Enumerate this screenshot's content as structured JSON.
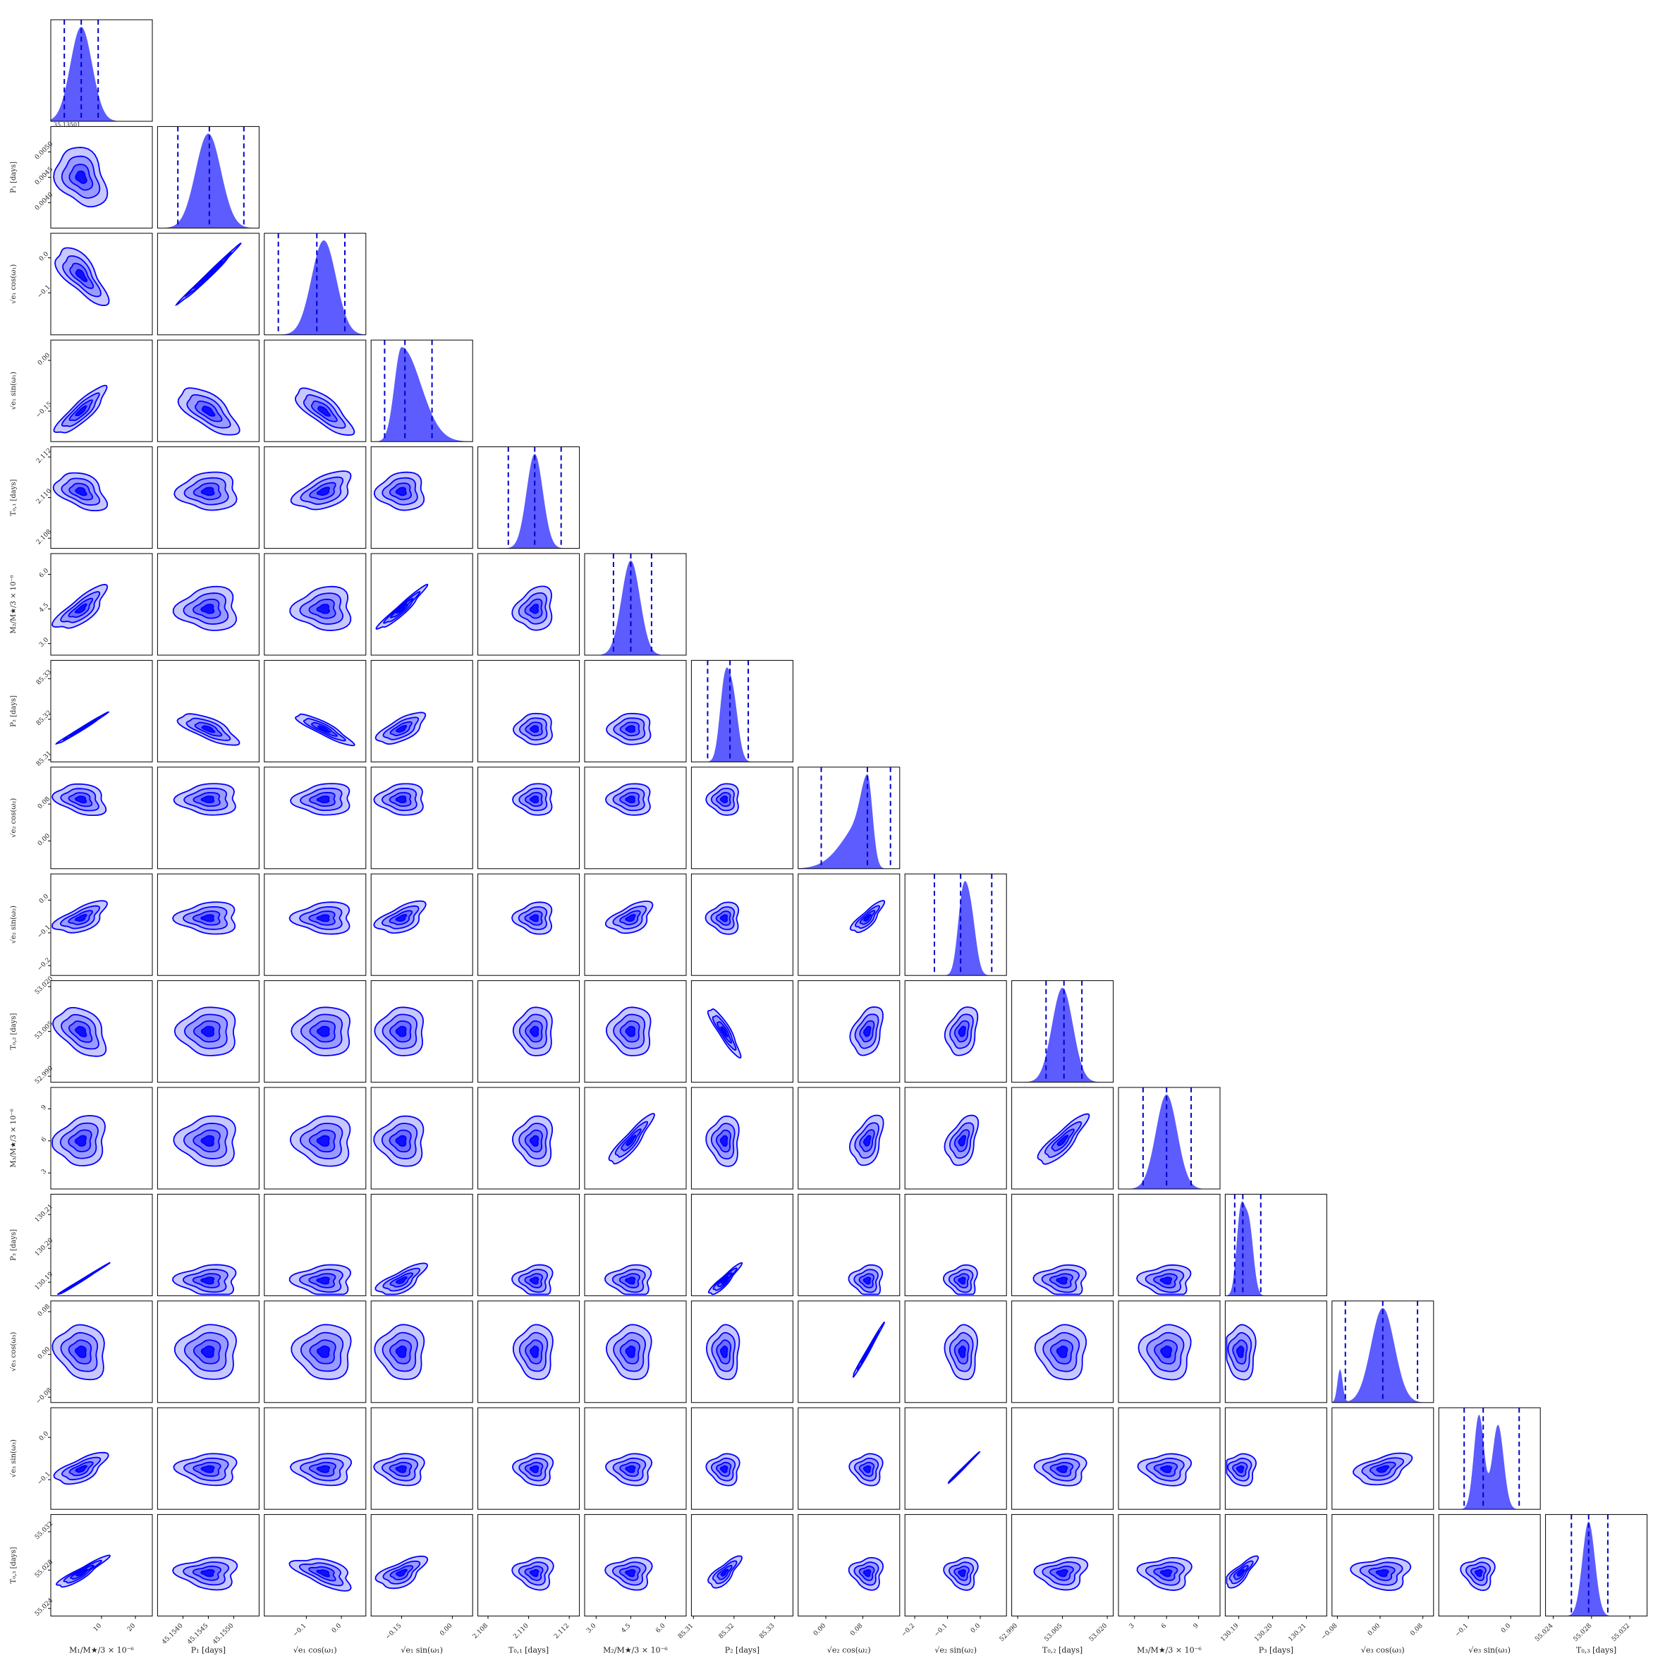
{
  "chart_data": {
    "type": "corner",
    "colors": {
      "fill": "#3f3fff",
      "fill_light": "#c8c8ff",
      "line": "#0000ff",
      "quantile": "#0000cc",
      "frame": "#000000"
    },
    "quantile_style": "dashed",
    "parameters": [
      {
        "key": "m1",
        "label": "M₁/M★/3 × 10⁻⁶",
        "range": [
          -5,
          25
        ],
        "ticks": [
          10,
          20
        ],
        "tick_labels": [
          "10",
          "20"
        ],
        "y_ticks": [],
        "y_tick_labels": [],
        "diag_label": "35.13501",
        "mode": "uni",
        "peak": 4,
        "width": 3.2,
        "quantiles": [
          -1,
          4,
          9
        ]
      },
      {
        "key": "p1",
        "label": "P₁ [days]",
        "range": [
          45.1535,
          45.1555
        ],
        "ticks": [
          45.154,
          45.1545,
          45.155
        ],
        "tick_labels": [
          "45.1540",
          "45.1545",
          "45.1550"
        ],
        "y_ticks": [
          45.154,
          45.1545,
          45.155
        ],
        "y_tick_labels": [
          "0.0040",
          "0.0045",
          "0.0050"
        ],
        "mode": "uni",
        "peak": 45.1545,
        "width": 0.00025,
        "quantiles": [
          45.1539,
          45.15452,
          45.1552
        ]
      },
      {
        "key": "ec1",
        "label": "√e₁ cos(ω₁)",
        "range": [
          -0.22,
          0.07
        ],
        "ticks": [
          -0.1,
          0.0
        ],
        "tick_labels": [
          "−0.1",
          "0.0"
        ],
        "y_ticks": [
          -0.1,
          0.0
        ],
        "y_tick_labels": [
          "−0.1",
          "0.0"
        ],
        "mode": "uni",
        "peak": -0.05,
        "width": 0.035,
        "quantiles": [
          -0.18,
          -0.07,
          0.01
        ]
      },
      {
        "key": "es1",
        "label": "√e₁ sin(ω₁)",
        "range": [
          -0.24,
          0.06
        ],
        "ticks": [
          -0.15,
          0.0
        ],
        "tick_labels": [
          "−0.15",
          "0.00"
        ],
        "y_ticks": [
          -0.15,
          0.0
        ],
        "y_tick_labels": [
          "−0.15",
          "0.00"
        ],
        "mode": "skew",
        "peak": -0.15,
        "width": 0.03,
        "quantiles": [
          -0.2,
          -0.14,
          -0.06
        ]
      },
      {
        "key": "t01",
        "label": "T₀,₁ [days]",
        "range": [
          2.1075,
          2.1125
        ],
        "ticks": [
          2.108,
          2.11,
          2.112
        ],
        "tick_labels": [
          "2.108",
          "2.110",
          "2.112"
        ],
        "y_ticks": [
          2.108,
          2.11,
          2.112
        ],
        "y_tick_labels": [
          "2.108",
          "2.110",
          "2.112"
        ],
        "mode": "uni",
        "peak": 2.1103,
        "width": 0.0004,
        "quantiles": [
          2.109,
          2.1103,
          2.1116
        ]
      },
      {
        "key": "m2",
        "label": "M₂/M★/3 × 10⁻⁶",
        "range": [
          2.5,
          6.9
        ],
        "ticks": [
          3.0,
          4.5,
          6.0
        ],
        "tick_labels": [
          "3.0",
          "4.5",
          "6.0"
        ],
        "y_ticks": [
          3.0,
          4.5,
          6.0
        ],
        "y_tick_labels": [
          "3.0",
          "4.5",
          "6.0"
        ],
        "mode": "uni",
        "peak": 4.5,
        "width": 0.4,
        "quantiles": [
          3.75,
          4.5,
          5.4
        ]
      },
      {
        "key": "p2",
        "label": "P₂ [days]",
        "range": [
          85.3095,
          85.3345
        ],
        "ticks": [
          85.31,
          85.32,
          85.33
        ],
        "tick_labels": [
          "85.31",
          "85.32",
          "85.33"
        ],
        "y_ticks": [
          85.31,
          85.32,
          85.33
        ],
        "y_tick_labels": [
          "85.31",
          "85.32",
          "85.33"
        ],
        "mode": "bi",
        "peak": 85.3176,
        "peak2": 85.3197,
        "width": 0.0012,
        "quantiles": [
          85.3135,
          85.319,
          85.3235
        ]
      },
      {
        "key": "ec2",
        "label": "√e₂ cos(ω₂)",
        "range": [
          -0.06,
          0.16
        ],
        "ticks": [
          0.0,
          0.08
        ],
        "tick_labels": [
          "0.00",
          "0.08"
        ],
        "y_ticks": [
          0.0,
          0.08
        ],
        "y_tick_labels": [
          "0.00",
          "0.08"
        ],
        "mode": "leftskew",
        "peak": 0.09,
        "width": 0.012,
        "quantiles": [
          -0.01,
          0.09,
          0.14
        ]
      },
      {
        "key": "es2",
        "label": "√e₂ sin(ω₂)",
        "range": [
          -0.23,
          0.08
        ],
        "ticks": [
          -0.2,
          -0.1,
          0.0
        ],
        "tick_labels": [
          "−0.2",
          "−0.1",
          "0.0"
        ],
        "y_ticks": [
          -0.2,
          -0.1,
          0.0
        ],
        "y_tick_labels": [
          "−0.2",
          "−0.1",
          "0.0"
        ],
        "mode": "bi",
        "peak": -0.055,
        "peak2": -0.03,
        "width": 0.015,
        "quantiles": [
          -0.14,
          -0.06,
          0.035
        ]
      },
      {
        "key": "t02",
        "label": "T₀,₂ [days]",
        "range": [
          52.988,
          53.022
        ],
        "ticks": [
          52.99,
          53.005,
          53.02
        ],
        "tick_labels": [
          "52.990",
          "53.005",
          "53.020"
        ],
        "y_ticks": [
          52.99,
          53.005,
          53.02
        ],
        "y_tick_labels": [
          "52.990",
          "53.005",
          "53.020"
        ],
        "mode": "uni",
        "peak": 53.005,
        "width": 0.0035,
        "quantiles": [
          52.9995,
          53.0055,
          53.0115
        ]
      },
      {
        "key": "m3",
        "label": "M₃/M★/3 × 10⁻⁶",
        "range": [
          1.5,
          11.0
        ],
        "ticks": [
          3,
          6,
          9
        ],
        "tick_labels": [
          "3",
          "6",
          "9"
        ],
        "y_ticks": [
          3,
          6,
          9
        ],
        "y_tick_labels": [
          "3",
          "6",
          "9"
        ],
        "mode": "uni",
        "peak": 6,
        "width": 1.0,
        "quantiles": [
          3.8,
          6.0,
          8.3
        ]
      },
      {
        "key": "p3",
        "label": "P₃ [days]",
        "range": [
          130.186,
          130.216
        ],
        "ticks": [
          130.19,
          130.2,
          130.21
        ],
        "tick_labels": [
          "130.19",
          "130.20",
          "130.21"
        ],
        "y_ticks": [
          130.19,
          130.2,
          130.21
        ],
        "y_tick_labels": [
          "130.19",
          "130.20",
          "130.21"
        ],
        "mode": "bi",
        "peak": 130.1905,
        "peak2": 130.193,
        "width": 0.0012,
        "quantiles": [
          130.1888,
          130.1912,
          130.1965
        ]
      },
      {
        "key": "ec3",
        "label": "√e₃ cos(ω₃)",
        "range": [
          -0.09,
          0.1
        ],
        "ticks": [
          -0.08,
          0.0,
          0.08
        ],
        "tick_labels": [
          "−0.08",
          "0.00",
          "0.08"
        ],
        "y_ticks": [
          -0.08,
          0.0,
          0.08
        ],
        "y_tick_labels": [
          "−0.08",
          "0.00",
          "0.08"
        ],
        "mode": "tri",
        "peak": 0.005,
        "width": 0.022,
        "quantiles": [
          -0.065,
          0.005,
          0.07
        ]
      },
      {
        "key": "es3",
        "label": "√e₃ sin(ω₃)",
        "range": [
          -0.17,
          0.07
        ],
        "ticks": [
          -0.1,
          0.0
        ],
        "tick_labels": [
          "−0.1",
          "0.0"
        ],
        "y_ticks": [
          -0.1,
          0.0
        ],
        "y_tick_labels": [
          "−0.1",
          "0.0"
        ],
        "mode": "bi",
        "peak": -0.075,
        "peak2": -0.03,
        "width": 0.012,
        "quantiles": [
          -0.11,
          -0.065,
          0.02
        ]
      },
      {
        "key": "t03",
        "label": "T₀,₃ [days]",
        "range": [
          55.0232,
          55.0338
        ],
        "ticks": [
          55.024,
          55.028,
          55.032
        ],
        "tick_labels": [
          "55.024",
          "55.028",
          "55.032"
        ],
        "y_ticks": [
          55.024,
          55.028,
          55.032
        ],
        "y_tick_labels": [
          "55.024",
          "55.028",
          "55.032"
        ],
        "mode": "uni",
        "peak": 55.0277,
        "width": 0.00065,
        "quantiles": [
          55.0259,
          55.0277,
          55.0297
        ]
      }
    ]
  }
}
